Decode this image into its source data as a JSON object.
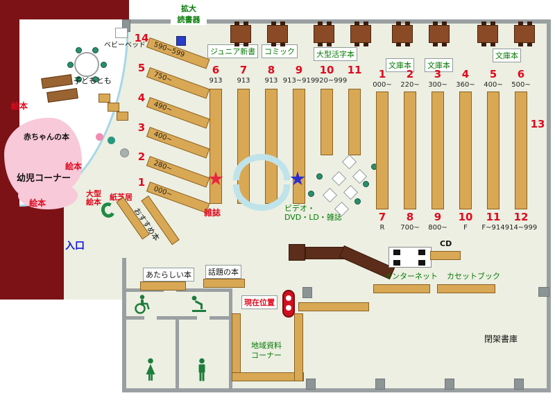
{
  "labels": {
    "entrance": "入口",
    "magnifier": "拡大\n読書器",
    "junior_shinsho": "ジュニア新書",
    "comic": "コミック",
    "large_print": "大型活字本",
    "bunko_1": "文庫本",
    "bunko_2": "文庫本",
    "bunko_3": "文庫本",
    "baby_bed": "ベビーベッド",
    "kodomo_tomo": "子どもとも",
    "ehon_1": "絵本",
    "ehon_2": "絵本",
    "ehon_3": "絵本",
    "baby_books": "赤ちゃんの本",
    "yoji_corner": "幼児コーナー",
    "ogata_ehon": "大型\n絵本",
    "kamishibai": "紙芝居",
    "osusume_bon": "おすすめ本",
    "zasshi": "雑誌",
    "video_corner": "ビデオ・\nDVD・LD・雑誌",
    "atarashii_hon": "あたらしい本",
    "wadai_no_hon": "話題の本",
    "internet": "インターネット",
    "cd": "CD",
    "cassette_book": "カセットブック",
    "genzai_ichi": "現在位置",
    "chiiki_shiryo": "地域資料\nコーナー",
    "heika_shoko": "閉架書庫",
    "shelf_13": "13"
  },
  "diagonal_shelves": [
    {
      "num": "14",
      "range": "590~599"
    },
    {
      "num": "5",
      "range": "750~"
    },
    {
      "num": "4",
      "range": "490~"
    },
    {
      "num": "3",
      "range": "400~"
    },
    {
      "num": "2",
      "range": "280~"
    },
    {
      "num": "1",
      "range": "000~"
    }
  ],
  "center_shelves": [
    {
      "num": "6",
      "range": "913"
    },
    {
      "num": "7",
      "range": "913"
    },
    {
      "num": "8",
      "range": "913"
    },
    {
      "num": "9",
      "range": "913~919"
    },
    {
      "num": "10",
      "range": "920~999"
    },
    {
      "num": "11",
      "range": ""
    }
  ],
  "right_shelves": [
    {
      "top_num": "1",
      "top_range": "000~",
      "bottom_num": "7",
      "bottom_range": "R"
    },
    {
      "top_num": "2",
      "top_range": "220~",
      "bottom_num": "8",
      "bottom_range": "700~"
    },
    {
      "top_num": "3",
      "top_range": "300~",
      "bottom_num": "9",
      "bottom_range": "800~"
    },
    {
      "top_num": "4",
      "top_range": "360~",
      "bottom_num": "10",
      "bottom_range": "F"
    },
    {
      "top_num": "5",
      "top_range": "400~",
      "bottom_num": "11",
      "bottom_range": "F~914"
    },
    {
      "top_num": "6",
      "top_range": "500~",
      "bottom_num": "12",
      "bottom_range": "914~999"
    }
  ],
  "icons": {
    "star_red": "red-star-marker",
    "star_blue": "blue-star-marker",
    "magnifier_device": "blue-square-device",
    "wheelchair": "wheelchair-accessible",
    "baby_care": "baby-changing",
    "woman": "women-toilet",
    "man": "men-toilet",
    "current_location_pin": "red-you-are-here-marker"
  },
  "colors": {
    "floor": "#ecefe2",
    "outer_wall": "#7c1216",
    "shelf": "#d9a855",
    "dark_table": "#8a4a26",
    "counter": "#5c2d1a",
    "wall": "#9aa0a2",
    "green_text": "#067a06",
    "red_text": "#e00a1e",
    "blue_text": "#1515d8",
    "pink_area": "#f8c9d8",
    "cyan_bench": "#bfe3eb",
    "seat_green": "#2a8f6d"
  }
}
